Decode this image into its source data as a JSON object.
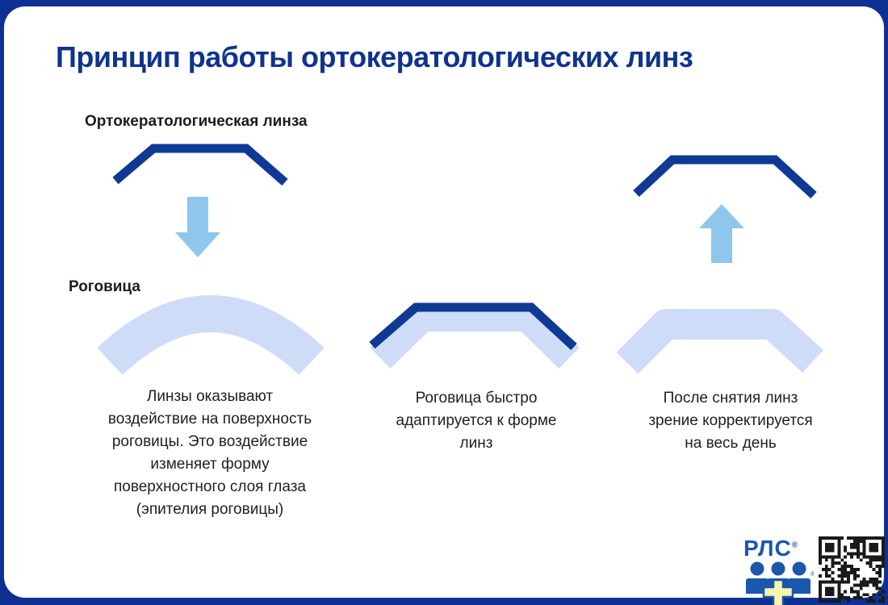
{
  "page": {
    "title": "Принцип работы ортокератологических линз"
  },
  "diagram": {
    "lens_label": "Ортокератологическая линза",
    "cornea_label": "Роговица",
    "steps": [
      {
        "name": "lens-presses-cornea",
        "lines": [
          "Линзы оказывают",
          "воздействие на поверхность",
          "роговицы. Это воздействие",
          "изменяет форму",
          "поверхностного слоя глаза",
          "(эпителия роговицы)"
        ]
      },
      {
        "name": "cornea-adapts",
        "lines": [
          "Роговица быстро",
          "адаптируется к форме",
          "линз"
        ]
      },
      {
        "name": "vision-corrected",
        "lines": [
          "После снятия линз",
          "зрение корректируется",
          "на весь день"
        ]
      }
    ]
  },
  "branding": {
    "logo_text": "РЛС",
    "registered_mark": "®"
  },
  "colors": {
    "frame": "#0d3193",
    "title": "#10338f",
    "lens": "#0e3a94",
    "arrow": "#8fc6ec",
    "cornea": "#cfdcf8",
    "text": "#212121",
    "logo": "#1a57ad",
    "cross": "#f7f5ae",
    "qr": "#1a1a1a"
  }
}
